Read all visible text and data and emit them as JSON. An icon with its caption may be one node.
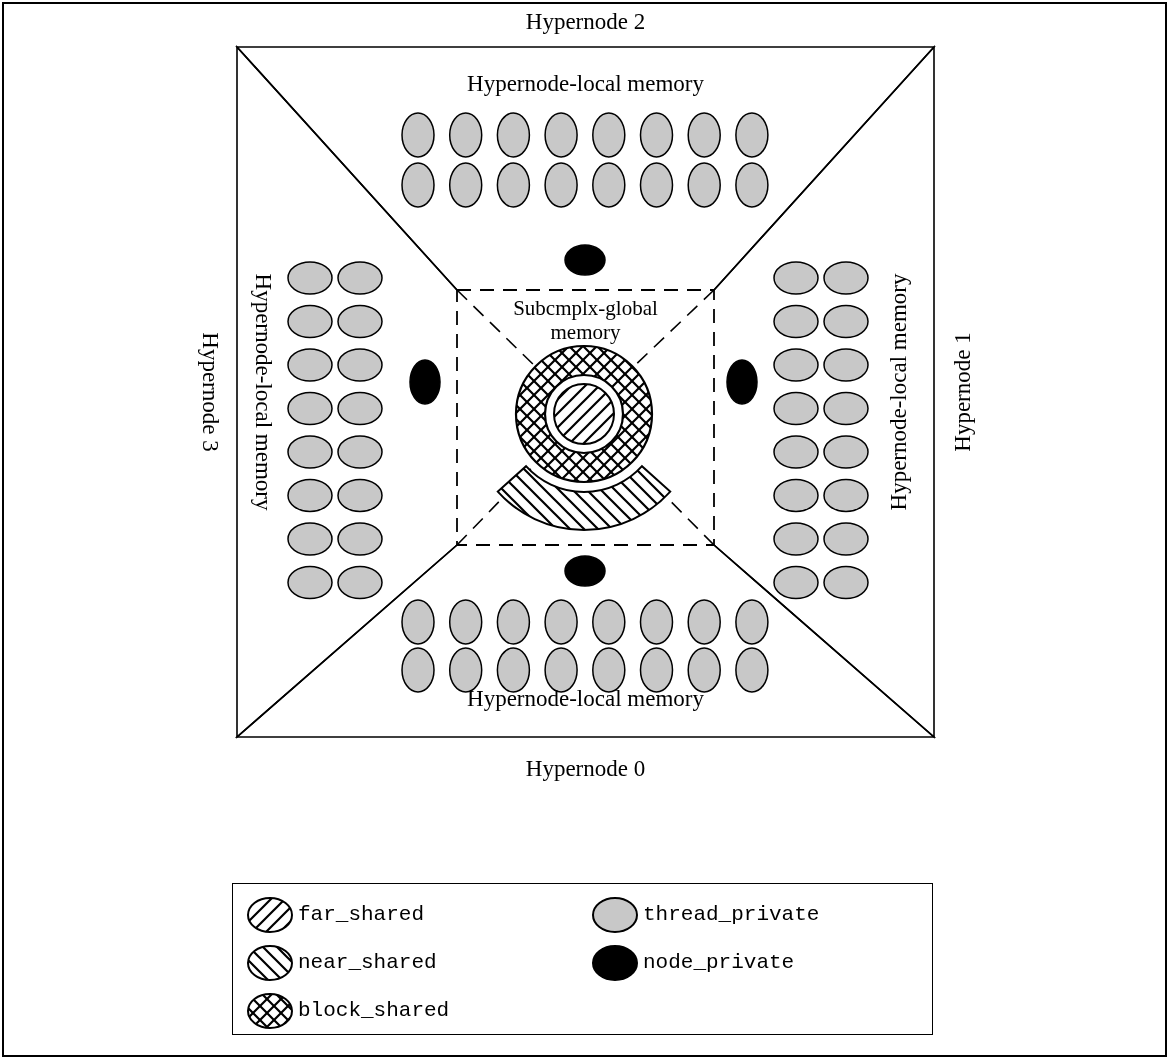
{
  "diagram": {
    "nodes": [
      {
        "text": [
          "Hypernode 2",
          "Hypernode-local memory"
        ]
      },
      {
        "text": [
          "Hypernode 3",
          "Hypernode-local memory"
        ]
      },
      {
        "text": [
          "Hypernode-local memory",
          "Hypernode 1"
        ]
      },
      {
        "text": [
          "Hypernode-local memory",
          "Hypernode 0"
        ]
      },
      {
        "text": [
          "Subcmplx-global memory"
        ]
      }
    ],
    "legend": [
      {
        "text": "far_shared"
      },
      {
        "text": "thread_private",
        "color": "#c8c8c8"
      },
      {
        "text": "near_shared"
      },
      {
        "text": "node_private",
        "color": "#000000"
      },
      {
        "text": "block_shared"
      }
    ]
  }
}
